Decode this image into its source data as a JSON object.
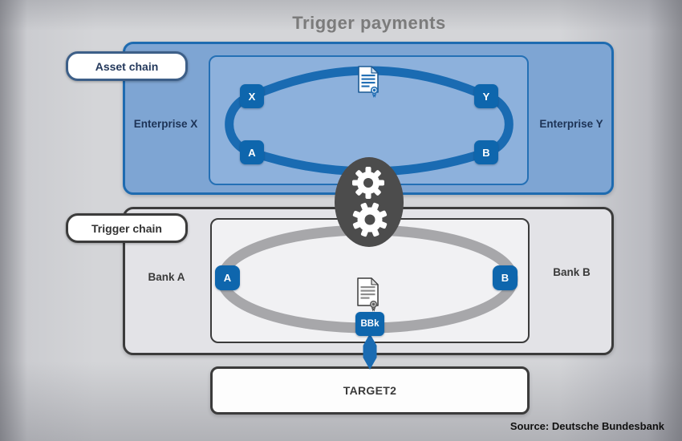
{
  "title": "Trigger payments",
  "source_note": "Source: Deutsche Bundesbank",
  "asset_chain": {
    "label": "Asset chain",
    "left_party": "Enterprise X",
    "right_party": "Enterprise Y",
    "nodes": {
      "top_left": "X",
      "top_right": "Y",
      "bottom_left": "A",
      "bottom_right": "B"
    },
    "contract_icon": "certified-document-icon",
    "ring_color": "#1a6bb2",
    "outer_box_color": "#7ea5d3",
    "inner_box_color": "#8db1dc"
  },
  "trigger_chain": {
    "label": "Trigger chain",
    "left_party": "Bank A",
    "right_party": "Bank B",
    "nodes": {
      "left": "A",
      "right": "B",
      "central_bank": "BBk"
    },
    "payment_icon": "certified-document-icon",
    "ring_color": "#a7a7aa",
    "outer_box_color": "#e3e3e7",
    "inner_box_color": "#f1f1f3"
  },
  "connector": {
    "icon": "gears-icon",
    "color": "#4c4c4c"
  },
  "link_arrow": {
    "icon": "up-down-arrow-icon",
    "color": "#1a6bb2"
  },
  "settlement": {
    "label": "TARGET2"
  },
  "colors": {
    "node_blue": "#0e66ad",
    "accent_blue": "#1a6bb2",
    "dark_gray": "#3b3b3b",
    "title_gray": "#7b7b7b"
  }
}
